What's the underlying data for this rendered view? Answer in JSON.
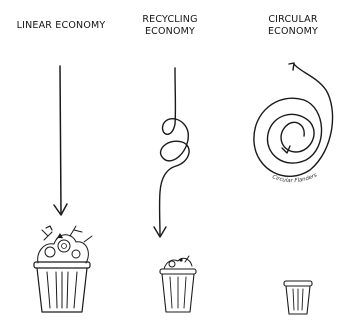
{
  "columns": [
    {
      "title_lines": [
        "LINEAR ECONOMY"
      ]
    },
    {
      "title_lines": [
        "RECYCLING",
        "ECONOMY"
      ]
    },
    {
      "title_lines": [
        "CIRCULAR",
        "ECONOMY"
      ]
    }
  ],
  "signature": "Circular Flanders",
  "colors": {
    "ink": "#1a1a1a",
    "background": "#ffffff"
  }
}
